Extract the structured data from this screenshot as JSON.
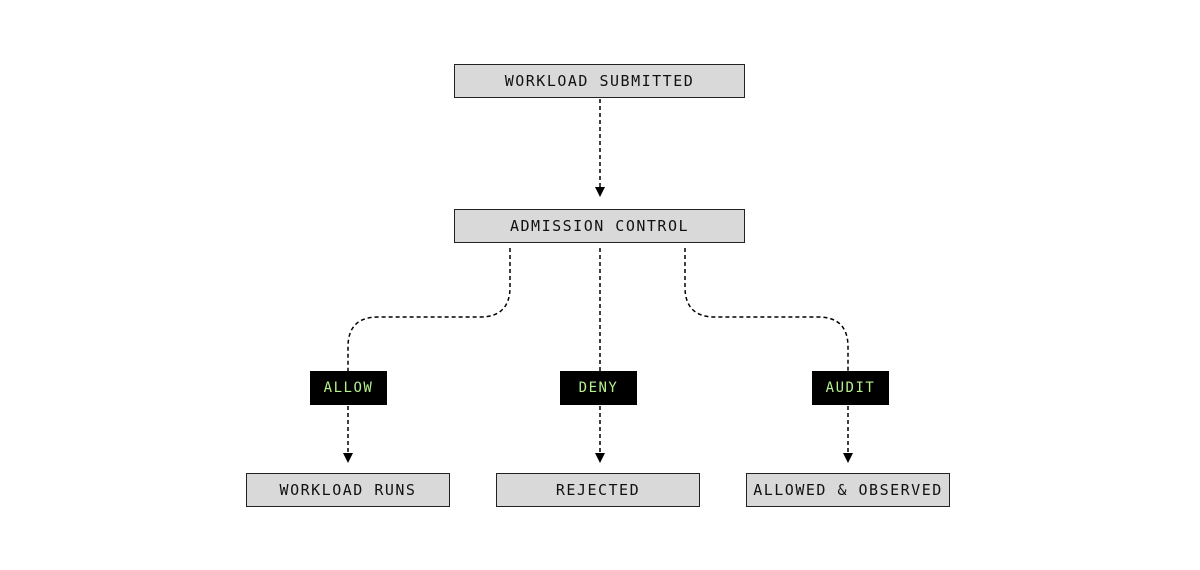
{
  "nodes": {
    "submitted": "WORKLOAD SUBMITTED",
    "admission": "ADMISSION CONTROL",
    "runs": "WORKLOAD RUNS",
    "rejected": "REJECTED",
    "observed": "ALLOWED & OBSERVED"
  },
  "decisions": {
    "allow": "ALLOW",
    "deny": "DENY",
    "audit": "AUDIT"
  },
  "colors": {
    "node_fill": "#d9d9d9",
    "node_border": "#222222",
    "badge_fill": "#000000",
    "badge_text": "#b5f08a",
    "connector": "#000000"
  }
}
